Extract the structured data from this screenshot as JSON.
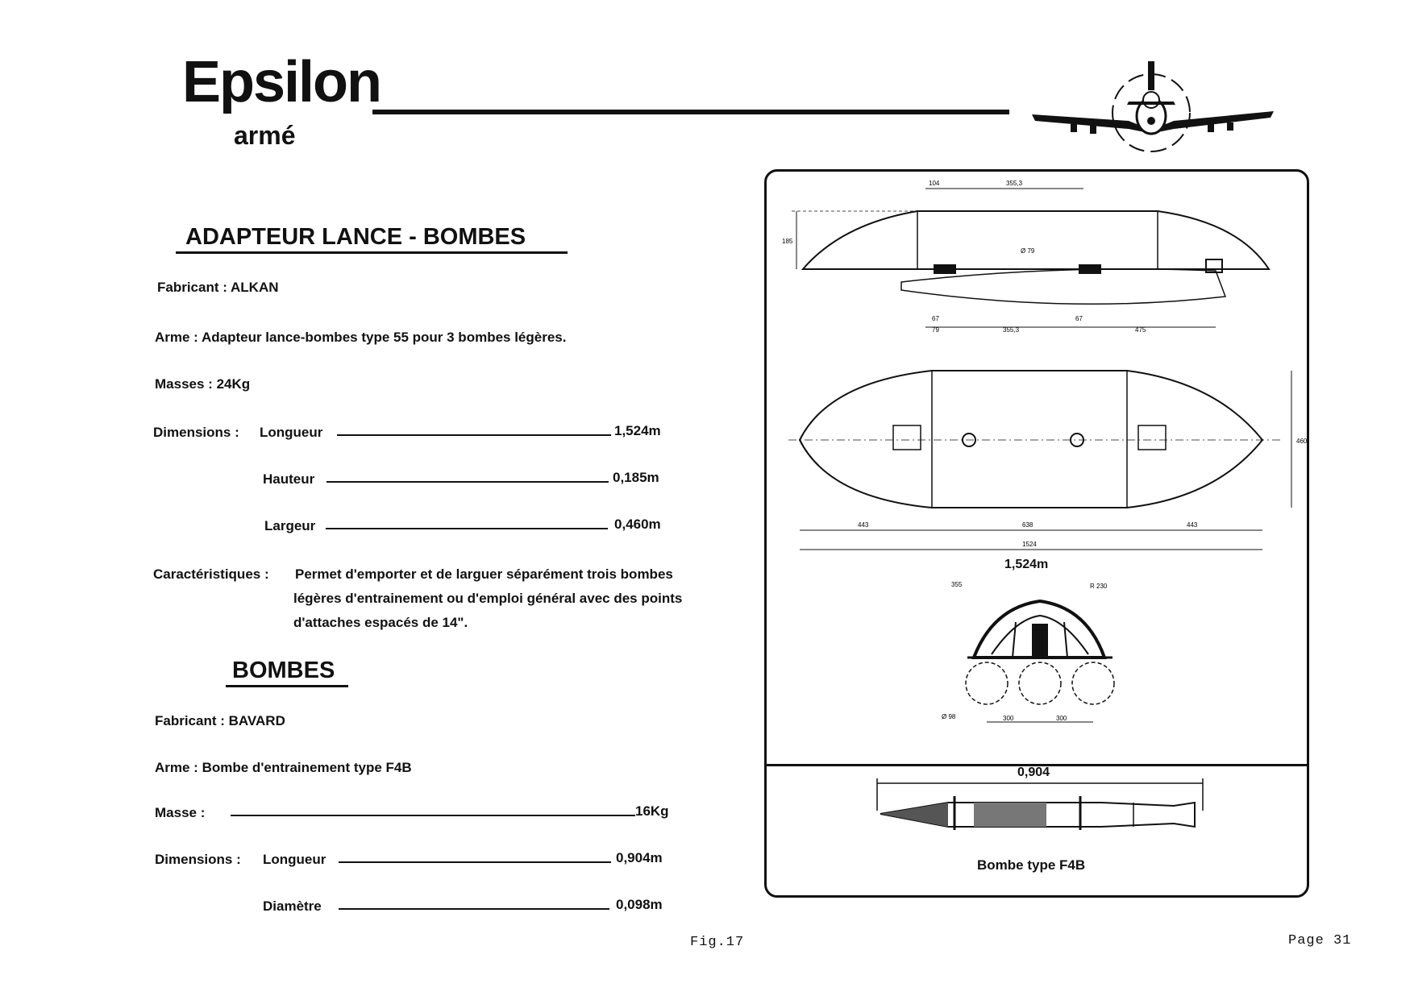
{
  "header": {
    "brand": "Epsilon",
    "subtitle": "armé"
  },
  "adapter": {
    "heading": "ADAPTEUR LANCE - BOMBES",
    "manufacturer_label": "Fabricant :",
    "manufacturer": "ALKAN",
    "weapon_label": "Arme :",
    "weapon": "Adapteur lance-bombes type 55 pour 3 bombes légères.",
    "mass_label": "Masses :",
    "mass": "24Kg",
    "dimensions_label": "Dimensions :",
    "length_label": "Longueur",
    "length": "1,524m",
    "height_label": "Hauteur",
    "height": "0,185m",
    "width_label": "Largeur",
    "width": "0,460m",
    "characteristics_label": "Caractéristiques :",
    "characteristics_line1": "Permet d'emporter et de larguer  séparément trois bombes",
    "characteristics_line2": "légères d'entrainement ou d'emploi général avec des points",
    "characteristics_line3": "d'attaches espacés de 14\"."
  },
  "bombs": {
    "heading": "BOMBES",
    "manufacturer_label": "Fabricant :",
    "manufacturer": "BAVARD",
    "weapon_label": "Arme :",
    "weapon": "Bombe d'entrainement type F4B",
    "mass_label": "Masse   :",
    "mass": "16Kg",
    "dimensions_label": "Dimensions :",
    "length_label": "Longueur",
    "length": "0,904m",
    "diameter_label": "Diamètre",
    "diameter": "0,098m"
  },
  "figure": {
    "side_dims": {
      "top_a": "104",
      "top_b": "355,3",
      "height": "185",
      "bot_a": "67",
      "bot_b": "79",
      "bot_c": "355,3",
      "bot_d": "67",
      "bot_e": "475",
      "inner": "Ø 79"
    },
    "plan_dims": {
      "seg_left": "443",
      "seg_mid": "638",
      "seg_right": "443",
      "total": "1524",
      "width": "460"
    },
    "total_length": "1,524m",
    "front_dims": {
      "a": "355",
      "b": "300",
      "c": "300",
      "d": "Ø 98",
      "e": "R 230"
    },
    "bomb_length": "0,904",
    "bomb_caption": "Bombe type F4B"
  },
  "footer": {
    "figure_label": "Fig.17",
    "page_label": "Page 31"
  }
}
